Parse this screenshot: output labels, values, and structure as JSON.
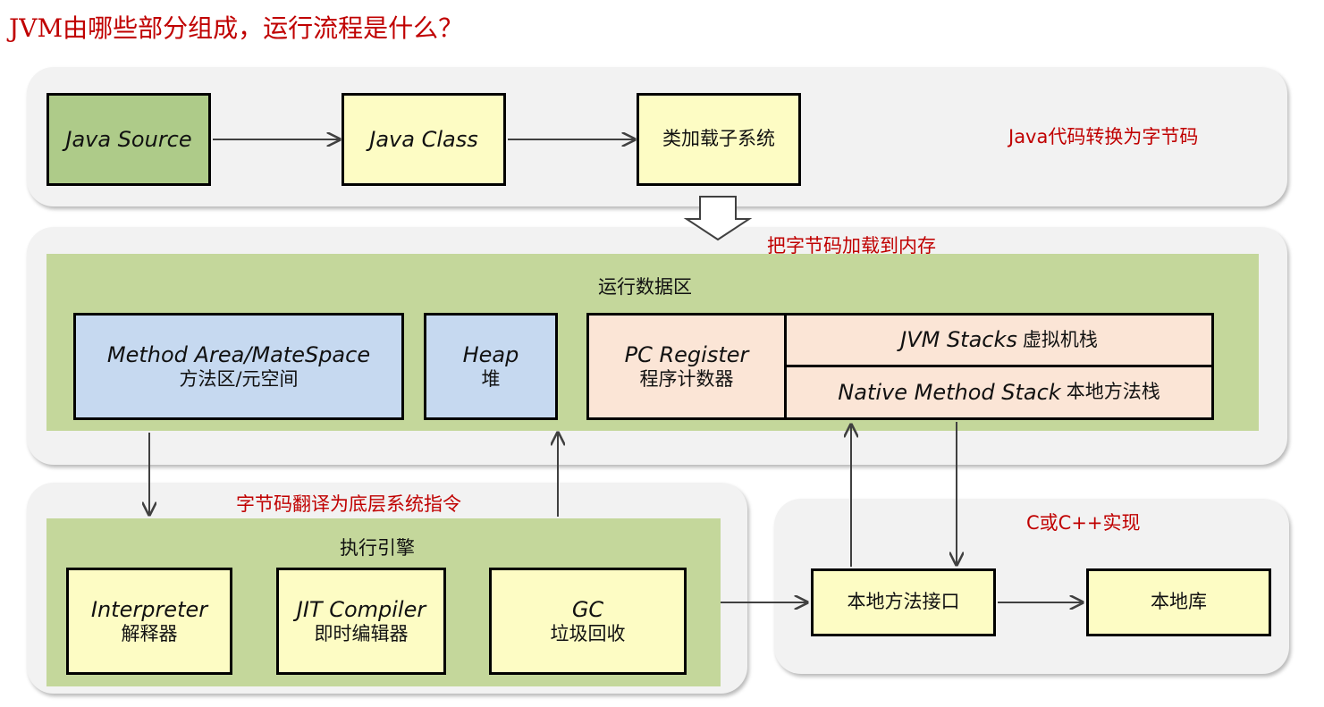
{
  "title": "JVM由哪些部分组成，运行流程是什么？",
  "top_row": {
    "java_source": "Java Source",
    "java_class": "Java Class",
    "class_loader": "类加载子系统",
    "note": "Java代码转换为字节码"
  },
  "load_note": "把字节码加载到内存",
  "runtime": {
    "title": "运行数据区",
    "method_area": {
      "en": "Method Area/MateSpace",
      "zh": "方法区/元空间"
    },
    "heap": {
      "en": "Heap",
      "zh": "堆"
    },
    "pc_register": {
      "en": "PC Register",
      "zh": "程序计数器"
    },
    "jvm_stacks": {
      "en": "JVM Stacks",
      "zh": "虚拟机栈"
    },
    "native_stack": {
      "en": "Native Method Stack",
      "zh": "本地方法栈"
    }
  },
  "exec_note": "字节码翻译为底层系统指令",
  "engine": {
    "title": "执行引擎",
    "interpreter": {
      "en": "Interpreter",
      "zh": "解释器"
    },
    "jit": {
      "en": "JIT Compiler",
      "zh": "即时编辑器"
    },
    "gc": {
      "en": "GC",
      "zh": "垃圾回收"
    }
  },
  "native": {
    "note": "C或C++实现",
    "interface": "本地方法接口",
    "library": "本地库"
  },
  "colors": {
    "accent_red": "#c00000",
    "panel_gray": "#f2f2f2",
    "area_green": "#c4d79b",
    "box_yellow": "#fdfcc4",
    "source_green": "#aecb89",
    "method_blue": "#c6d9f0",
    "register_peach": "#fbe5d6"
  }
}
